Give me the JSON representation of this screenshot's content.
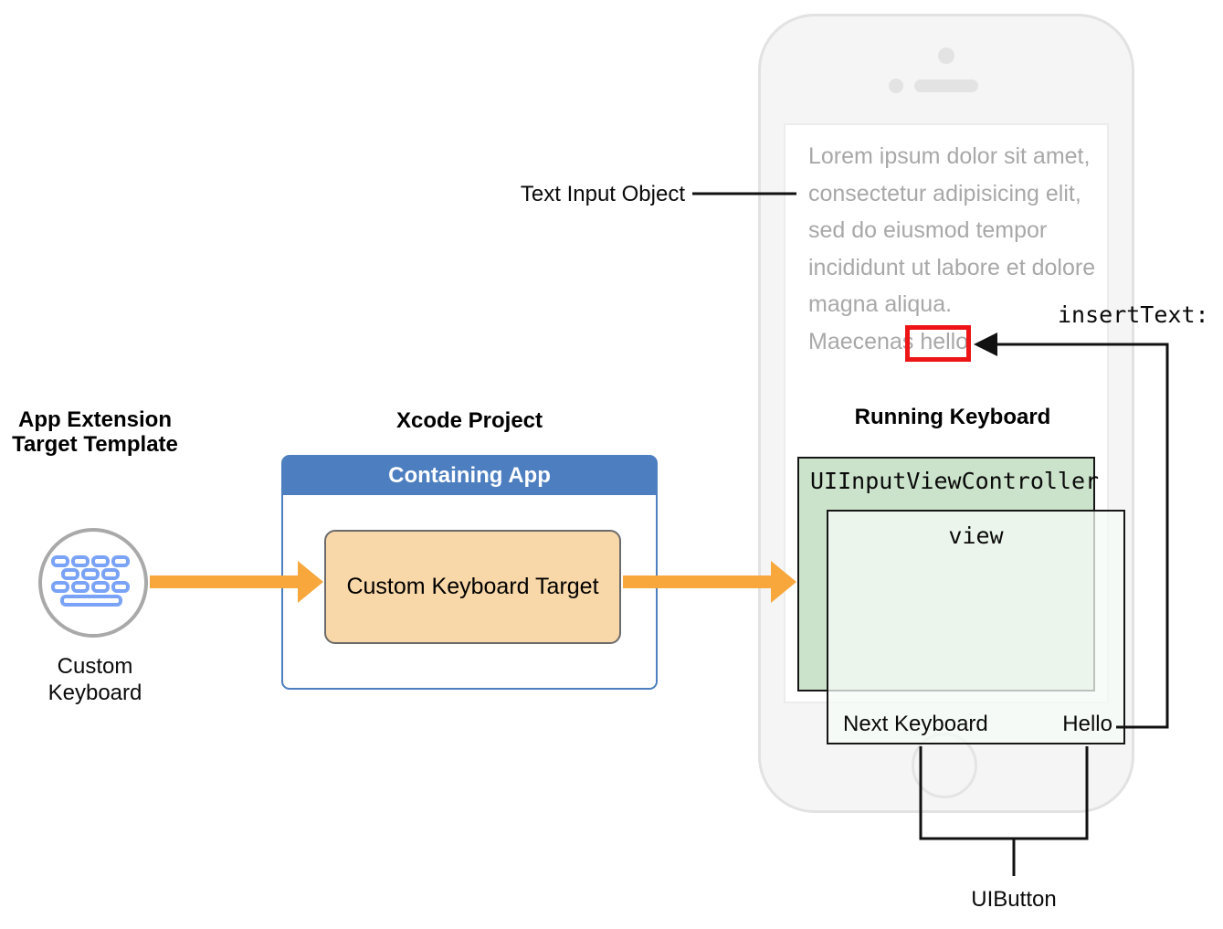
{
  "left": {
    "title_line1": "App Extension",
    "title_line2": "Target Template",
    "icon": "keyboard-icon",
    "caption_line1": "Custom",
    "caption_line2": "Keyboard"
  },
  "xcode": {
    "title": "Xcode Project",
    "containing_app_label": "Containing App",
    "target_label": "Custom Keyboard Target"
  },
  "phone": {
    "input": {
      "label": "Text Input Object",
      "lines": [
        "Lorem ipsum dolor sit amet,",
        "consectetur adipisicing elit,",
        "sed do eiusmod tempor",
        "incididunt ut labore et dolore",
        "magna aliqua."
      ],
      "line6_prefix": "Maecenas",
      "inserted_word": "hello"
    },
    "keyboard": {
      "method_label": "insertText:",
      "title": "Running Keyboard",
      "controller_label": "UIInputViewController",
      "view_label": "view",
      "next_keyboard_label": "Next Keyboard",
      "hello_label": "Hello",
      "button_label": "UIButton"
    }
  },
  "colors": {
    "arrow_orange": "#F7A73C",
    "containing_app_blue": "#4C7EC0",
    "target_peach": "#F8D7A8",
    "controller_green": "#CBE2CB",
    "highlight_red": "#ED1515",
    "muted_text_gray": "#A8A8A8"
  }
}
